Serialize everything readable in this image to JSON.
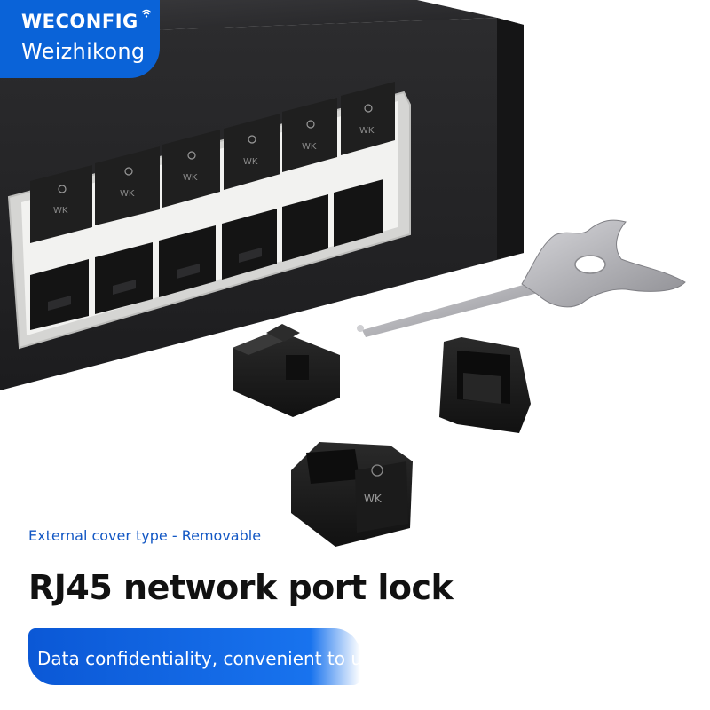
{
  "brand": {
    "logo_text": "WECONFIG",
    "name": "Weizhikong",
    "badge_color": "#0a63d8"
  },
  "product": {
    "marking": "WK",
    "subtitle": "External cover type - Removable",
    "title": "RJ45 network port lock",
    "tagline": "Data confidentiality, convenient to use"
  },
  "colors": {
    "accent": "#1257c4",
    "switch_body": "#2a2a2c",
    "lock_body": "#1a1a1a",
    "key_metal": "#b8b8bc"
  }
}
